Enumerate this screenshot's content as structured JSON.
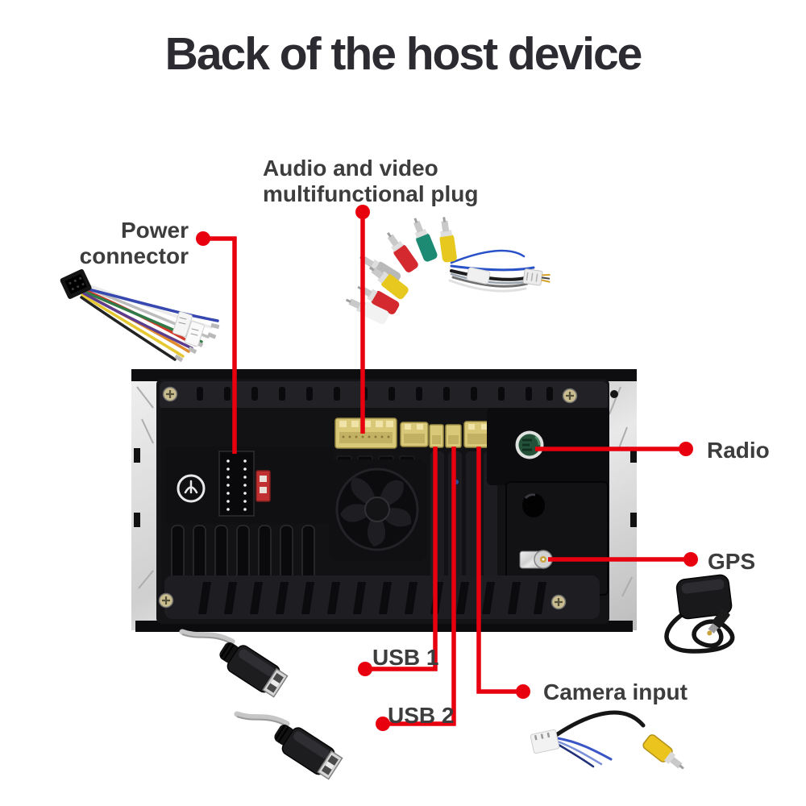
{
  "title": "Back of the host device",
  "colors": {
    "callout_red": "#e8000f",
    "label_text": "#3d3d3d",
    "title_text": "#2b2b31",
    "device_body": "#17171a",
    "connector_yellow": "#d9c878",
    "radio_connector_green": "#235239"
  },
  "callouts": {
    "audio_video": {
      "line1": "Audio and video",
      "line2": "multifunctional plug"
    },
    "power": {
      "line1": "Power",
      "line2": "connector"
    },
    "radio": {
      "label": "Radio"
    },
    "gps": {
      "label": "GPS"
    },
    "usb1": {
      "label": "USB 1"
    },
    "usb2": {
      "label": "USB 2"
    },
    "camera": {
      "label": "Camera input"
    }
  },
  "illustrations": {
    "device": "car-stereo-back-panel-photo",
    "power_harness": "power-wiring-harness-photo",
    "av_plug": "rca-audio-video-plug-bundle-photo",
    "gps_antenna": "gps-antenna-module-photo",
    "usb_cable_1": "usb-female-cable-photo",
    "usb_cable_2": "usb-female-cable-photo",
    "camera_cable": "camera-input-rca-adapter-photo"
  }
}
